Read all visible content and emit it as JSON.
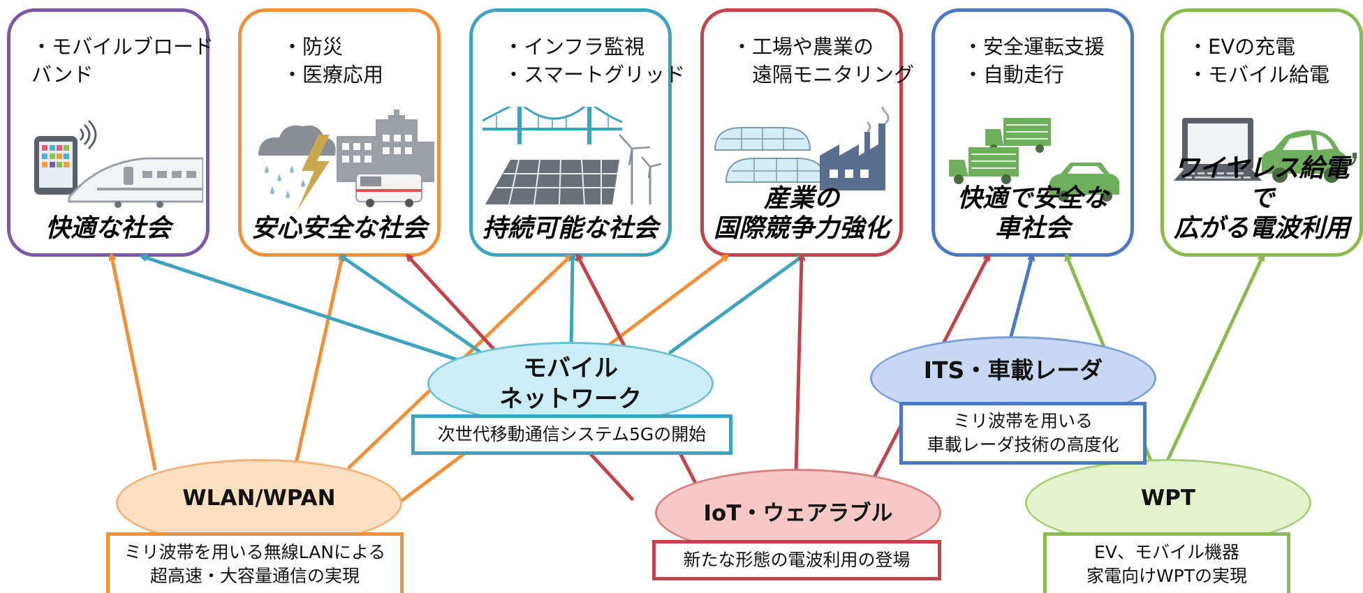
{
  "panels": [
    {
      "id": "p1",
      "color": "#7a5aa6",
      "bullets": [
        "・モバイルブロード",
        "バンド"
      ],
      "title": [
        "快適な社会"
      ]
    },
    {
      "id": "p2",
      "color": "#f0903a",
      "bullets": [
        "・防災",
        "・医療応用"
      ],
      "title": [
        "安心安全な社会"
      ]
    },
    {
      "id": "p3",
      "color": "#3fa3c0",
      "bullets": [
        "・インフラ監視",
        "・スマートグリッド"
      ],
      "title": [
        "持続可能な社会"
      ]
    },
    {
      "id": "p4",
      "color": "#c0444b",
      "bullets": [
        "・工場や農業の",
        "　遠隔モニタリング"
      ],
      "title": [
        "産業の",
        "国際競争力強化"
      ]
    },
    {
      "id": "p5",
      "color": "#4a78c2",
      "bullets": [
        "・安全運転支援",
        "・自動走行"
      ],
      "title": [
        "快適で安全な",
        "車社会"
      ]
    },
    {
      "id": "p6",
      "color": "#8cba4e",
      "bullets": [
        "・EVの充電",
        "・モバイル給電"
      ],
      "title": [
        "ワイヤレス給電で",
        "広がる電波利用"
      ]
    }
  ],
  "nodes": {
    "mobile": {
      "label": [
        "モバイル",
        "ネットワーク"
      ],
      "note": [
        "次世代移動通信システム5Gの開始"
      ],
      "fill": "#cdeef9",
      "border": "#6fbfd6",
      "note_border": "#3fa3c0"
    },
    "its": {
      "label": [
        "ITS・車載レーダ"
      ],
      "note": [
        "ミリ波帯を用いる",
        "車載レーダ技術の高度化"
      ],
      "fill": "#c9d9f5",
      "border": "#7aa0d9",
      "note_border": "#4a78c2"
    },
    "wlan": {
      "label": [
        "WLAN/WPAN"
      ],
      "note": [
        "ミリ波帯を用いる無線LANによる",
        "超高速・大容量通信の実現"
      ],
      "fill": "#fde0c2",
      "border": "#f5b07a",
      "note_border": "#f0903a"
    },
    "iot": {
      "label": [
        "IoT・ウェアラブル"
      ],
      "note": [
        "新たな形態の電波利用の登場"
      ],
      "fill": "#f7c9c9",
      "border": "#d98080",
      "note_border": "#c0444b"
    },
    "wpt": {
      "label": [
        "WPT"
      ],
      "note": [
        "EV、モバイル機器",
        "家電向けWPTの実現"
      ],
      "fill": "#e4f3cd",
      "border": "#a8cf78",
      "note_border": "#8cba4e"
    }
  },
  "colors": {
    "orange": "#f0903a",
    "blue": "#3fa3c0",
    "red": "#c0444b",
    "navy": "#4a78c2",
    "green": "#8cba4e"
  }
}
